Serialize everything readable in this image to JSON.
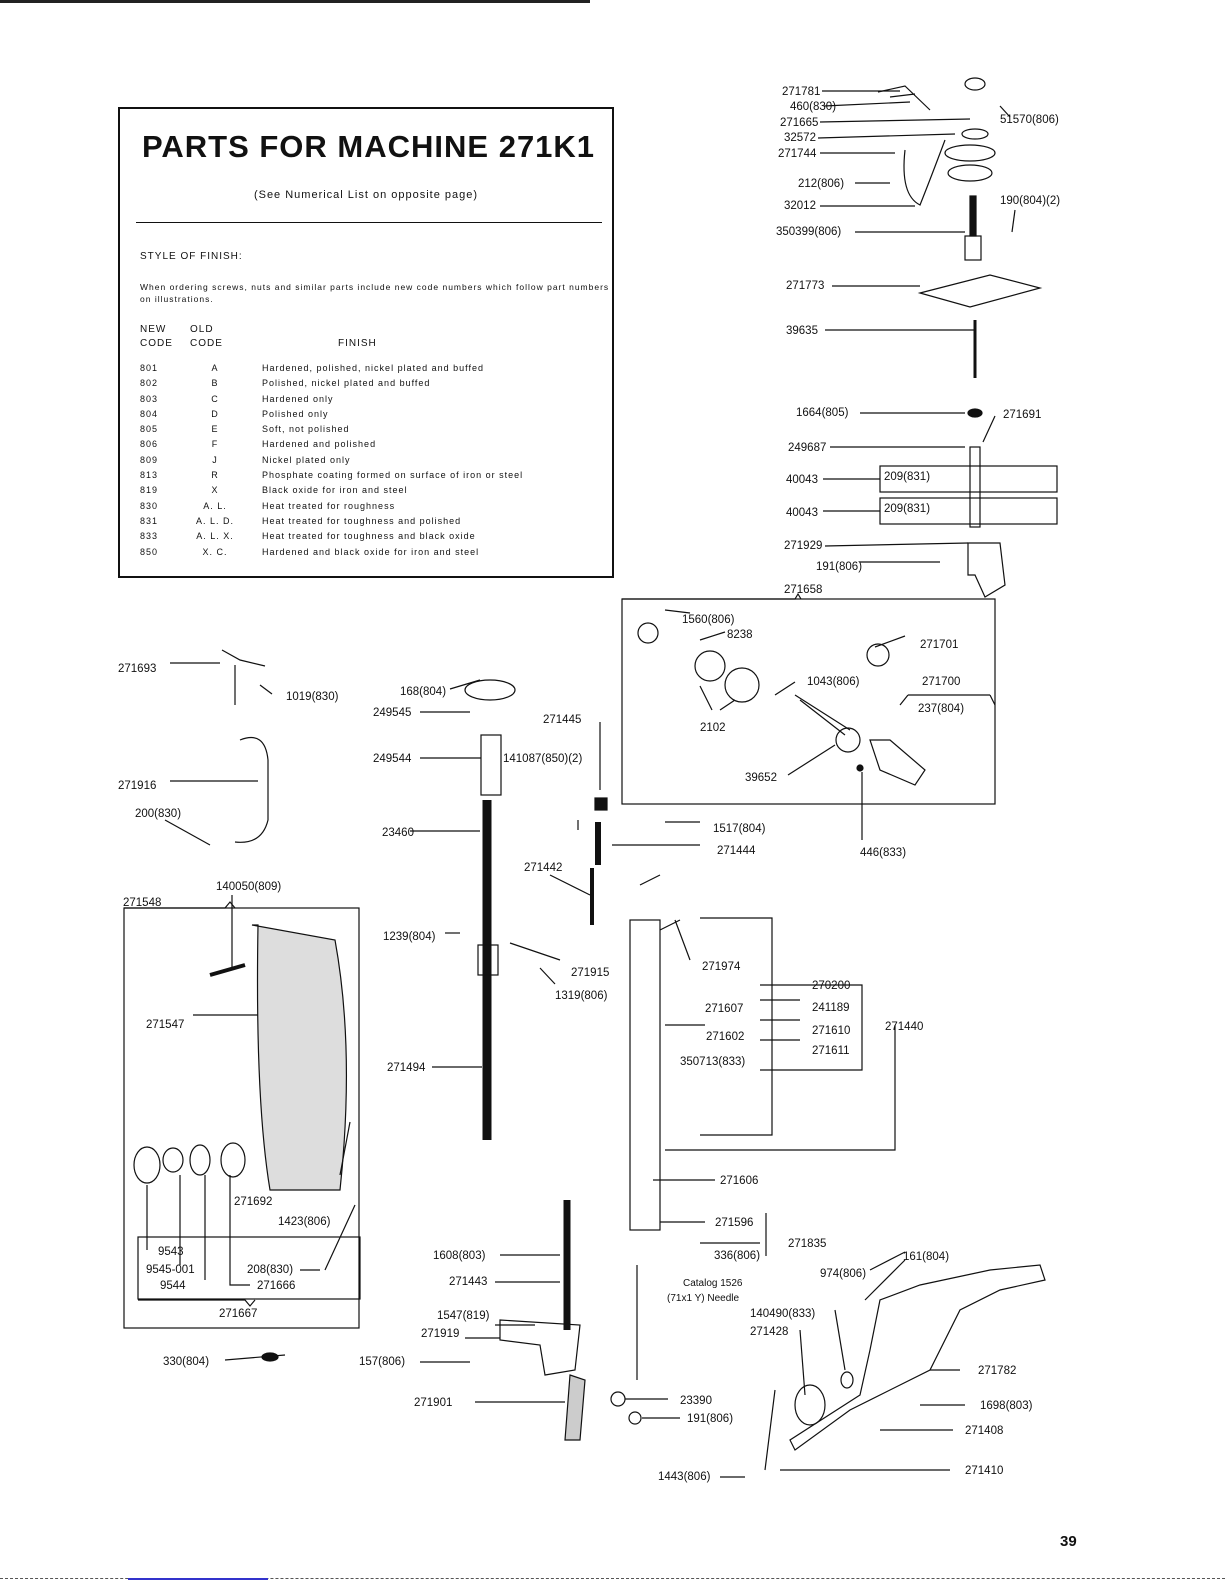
{
  "title": "PARTS FOR MACHINE 271K1",
  "subtitle": "(See Numerical List on opposite page)",
  "style_of_finish_label": "STYLE OF FINISH:",
  "ordering_note": "When ordering screws, nuts and similar parts include new code numbers which follow part numbers on illustrations.",
  "column_headers": {
    "new": "NEW\nCODE",
    "old": "OLD\nCODE",
    "finish": "FINISH"
  },
  "finish_codes": [
    {
      "new": "801",
      "old": "A",
      "finish": "Hardened, polished, nickel plated and buffed"
    },
    {
      "new": "802",
      "old": "B",
      "finish": "Polished, nickel plated and buffed"
    },
    {
      "new": "803",
      "old": "C",
      "finish": "Hardened only"
    },
    {
      "new": "804",
      "old": "D",
      "finish": "Polished only"
    },
    {
      "new": "805",
      "old": "E",
      "finish": "Soft, not polished"
    },
    {
      "new": "806",
      "old": "F",
      "finish": "Hardened and polished"
    },
    {
      "new": "809",
      "old": "J",
      "finish": "Nickel plated only"
    },
    {
      "new": "813",
      "old": "R",
      "finish": "Phosphate coating formed on surface of iron or steel"
    },
    {
      "new": "819",
      "old": "X",
      "finish": "Black oxide for iron and steel"
    },
    {
      "new": "830",
      "old": "A. L.",
      "finish": "Heat treated for roughness"
    },
    {
      "new": "831",
      "old": "A. L. D.",
      "finish": "Heat treated for toughness and polished"
    },
    {
      "new": "833",
      "old": "A. L. X.",
      "finish": "Heat treated for toughness and black oxide"
    },
    {
      "new": "850",
      "old": "X. C.",
      "finish": "Hardened and black oxide for iron and steel"
    }
  ],
  "part_labels": [
    "271781",
    "460(830)",
    "271665",
    "51570(806)",
    "32572",
    "271744",
    "212(806)",
    "32012",
    "190(804)(2)",
    "350399(806)",
    "271773",
    "39635",
    "1664(805)",
    "271691",
    "249687",
    "40043",
    "209(831)",
    "40043",
    "209(831)",
    "271929",
    "191(806)",
    "271658",
    "1560(806)",
    "8238",
    "271701",
    "1043(806)",
    "271700",
    "237(804)",
    "2102",
    "39652",
    "446(833)",
    "1517(804)",
    "271444",
    "271693",
    "1019(830)",
    "168(804)",
    "249545",
    "271445",
    "249544",
    "141087(850)(2)",
    "271916",
    "200(830)",
    "23460",
    "271442",
    "140050(809)",
    "271548",
    "1239(804)",
    "271915",
    "1319(806)",
    "271974",
    "270200",
    "271607",
    "241189",
    "271440",
    "271610",
    "271602",
    "350713(833)",
    "271611",
    "271547",
    "271494",
    "271606",
    "271692",
    "1423(806)",
    "9543",
    "9545-001",
    "208(830)",
    "9544",
    "271666",
    "271667",
    "271596",
    "271835",
    "336(806)",
    "1608(803)",
    "271443",
    "Catalog 1526",
    "(71x1 Y) Needle",
    "161(804)",
    "974(806)",
    "140490(833)",
    "1547(819)",
    "271428",
    "271919",
    "330(804)",
    "157(806)",
    "271782",
    "271901",
    "23390",
    "1698(803)",
    "191(806)",
    "271408",
    "1443(806)",
    "271410"
  ],
  "page_number": "39"
}
